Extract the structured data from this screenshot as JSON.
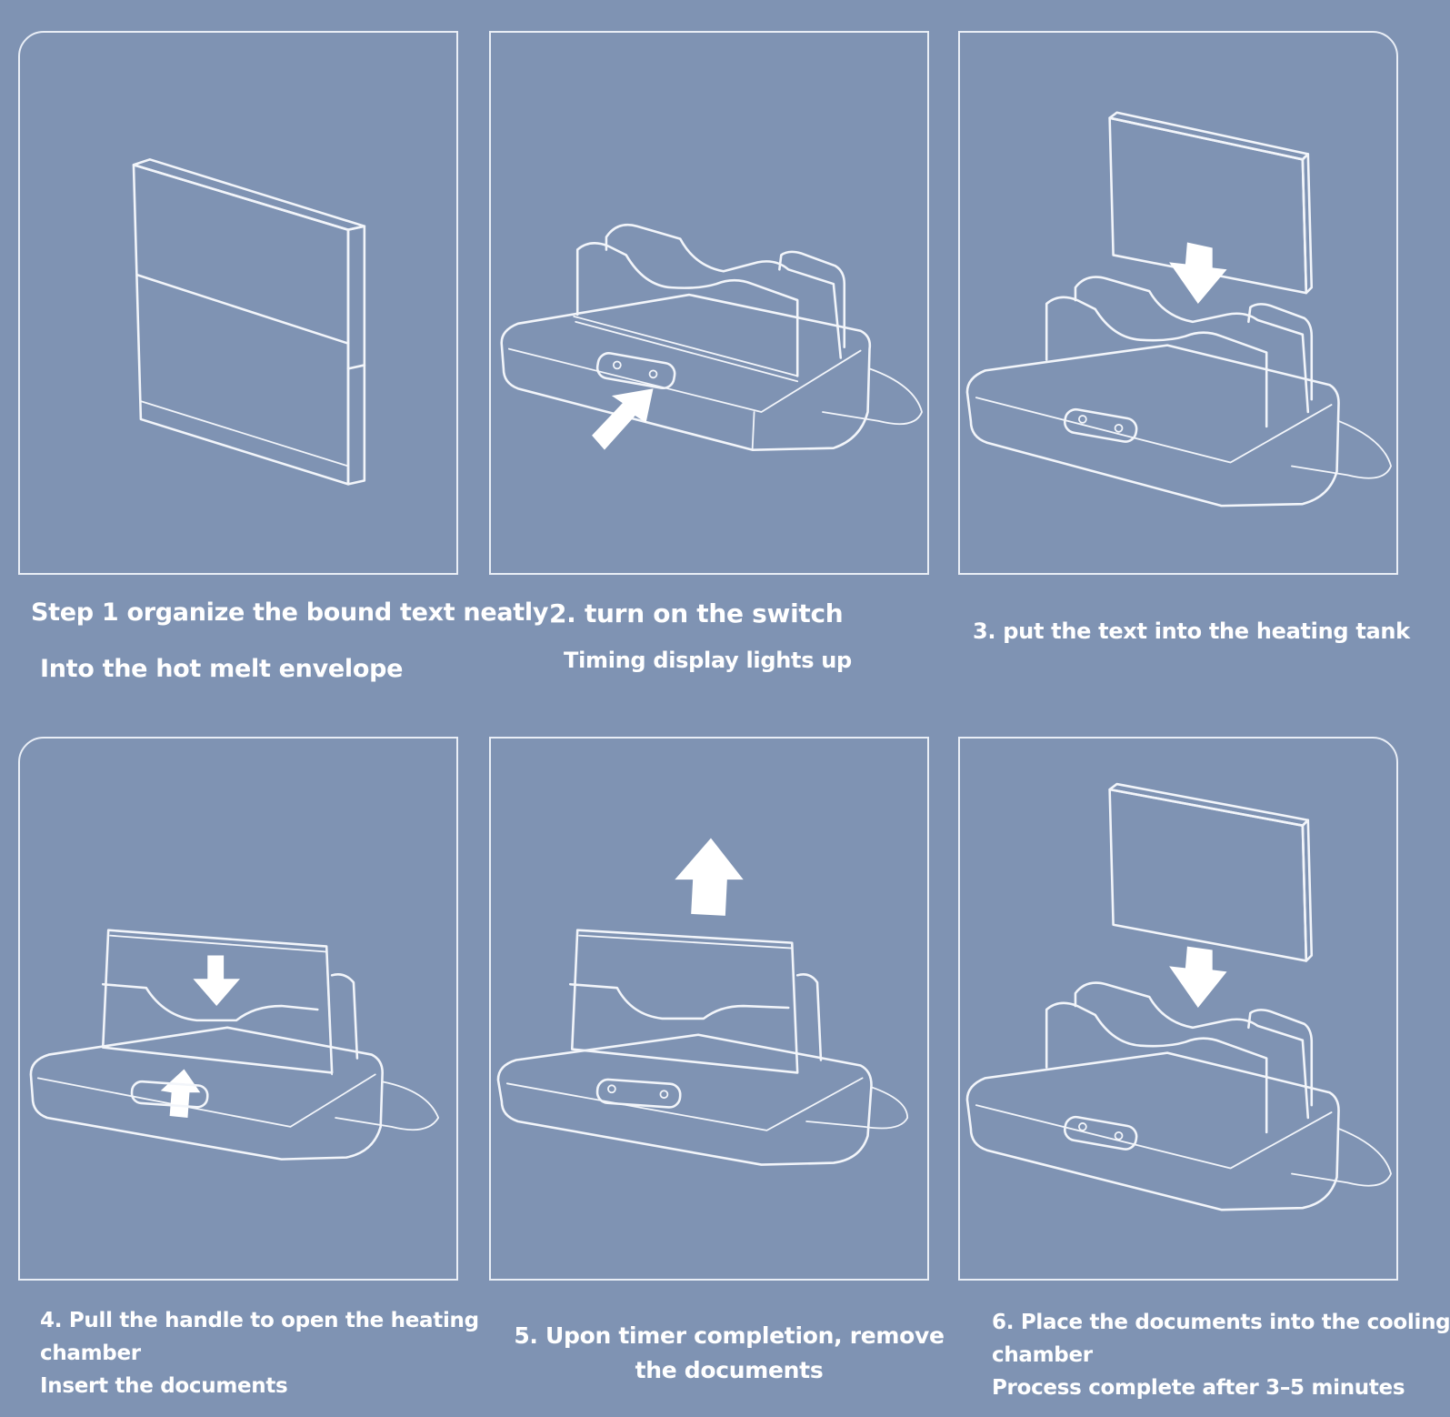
{
  "steps": [
    {
      "lines": [
        "Step 1 organize the bound text neatly",
        "Into the hot melt envelope"
      ]
    },
    {
      "lines": [
        "2. turn on the switch",
        "Timing display lights up"
      ]
    },
    {
      "lines": [
        "3. put the text into the heating tank"
      ]
    },
    {
      "lines": [
        "4. Pull the handle to open the heating",
        "chamber",
        "Insert the documents"
      ]
    },
    {
      "lines": [
        "5. Upon timer completion, remove",
        "the documents"
      ]
    },
    {
      "lines": [
        "6. Place the documents into the cooling",
        "chamber",
        "Process complete after 3–5 minutes"
      ]
    }
  ]
}
